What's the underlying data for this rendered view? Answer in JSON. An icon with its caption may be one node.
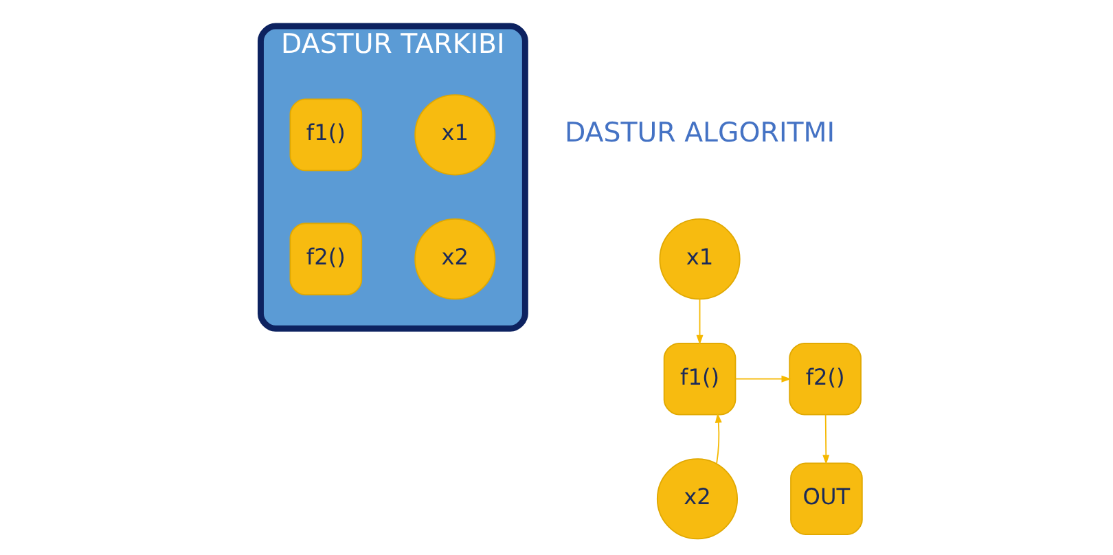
{
  "diagram": {
    "nodes": [
      {
        "text": [
          "DASTUR TARKIBI"
        ]
      },
      {
        "text": [
          "f1()"
        ],
        "in": 0
      },
      {
        "text": [
          "x1"
        ],
        "in": 0
      },
      {
        "text": [
          "f2()"
        ],
        "in": 0
      },
      {
        "text": [
          "x2"
        ],
        "in": 0
      },
      {
        "text": [
          "x1"
        ]
      },
      {
        "text": [
          "f1()"
        ]
      },
      {
        "text": [
          "f2()"
        ]
      },
      {
        "text": [
          "x2"
        ]
      },
      {
        "text": [
          "OUT"
        ]
      }
    ],
    "edges": [
      {
        "from": 5,
        "to": 6,
        "arrow": "to"
      },
      {
        "from": 6,
        "to": 7,
        "arrow": "to"
      },
      {
        "from": 8,
        "to": 6,
        "arrow": "to"
      },
      {
        "from": 7,
        "to": 9,
        "arrow": "to"
      }
    ],
    "labels": [
      "DASTUR ALGORITMI"
    ]
  }
}
